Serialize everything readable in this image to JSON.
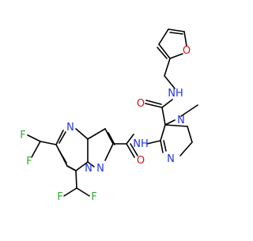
{
  "structure": {
    "type": "chemical-structure-diagram",
    "atom_labels": {
      "f1": "F",
      "f2": "F",
      "f3": "F",
      "f4": "F",
      "n_pyrimidine": "N",
      "n_bridge": "N",
      "n_pyrazole": "N",
      "nh_amide1": "NH",
      "o_amide1": "O",
      "n_pyrazole2": "N",
      "n_methyl": "N",
      "methyl": "",
      "o_amide2": "O",
      "nh_amide2": "NH",
      "o_furan": "O"
    },
    "colors": {
      "bond": "#000000",
      "nitrogen": "#2233dd",
      "oxygen": "#dd1111",
      "fluorine": "#33aa33"
    }
  }
}
